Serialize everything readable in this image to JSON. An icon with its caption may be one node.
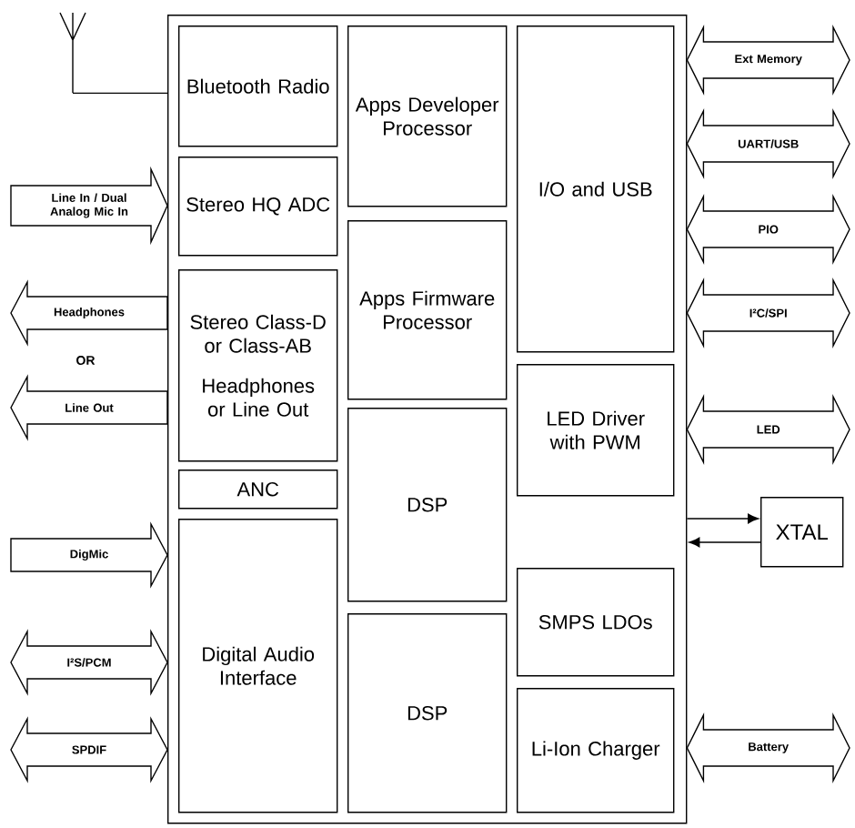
{
  "diagram": {
    "nodes": [
      {
        "text": [],
        "shape": "antenna"
      },
      {
        "text": [],
        "shape": "box"
      },
      {
        "text": [
          "Bluetooth Radio"
        ],
        "in": 1
      },
      {
        "text": [
          "Stereo HQ ADC"
        ],
        "in": 1
      },
      {
        "text": [
          "Stereo Class-D or Class-AB",
          "Headphones or Line Out"
        ],
        "in": 1
      },
      {
        "text": [
          "ANC"
        ],
        "in": 1
      },
      {
        "text": [
          "Digital Audio Interface"
        ],
        "in": 1
      },
      {
        "text": [
          "Apps Developer Processor"
        ],
        "in": 1
      },
      {
        "text": [
          "Apps Firmware Processor"
        ],
        "in": 1
      },
      {
        "text": [
          "DSP"
        ],
        "in": 1
      },
      {
        "text": [
          "DSP"
        ],
        "in": 1
      },
      {
        "text": [
          "I/O and USB"
        ],
        "in": 1
      },
      {
        "text": [
          "LED Driver with PWM"
        ],
        "in": 1
      },
      {
        "text": [
          "SMPS LDOs"
        ],
        "in": 1
      },
      {
        "text": [
          "Li-Ion Charger"
        ],
        "in": 1
      },
      {
        "text": [
          "XTAL"
        ]
      }
    ],
    "edges": [
      {
        "from": 0,
        "to": 1,
        "arrow": "none"
      },
      {
        "from": null,
        "to": 1,
        "arrow": "to",
        "style": "thick",
        "label": "Line In / Dual Analog Mic In"
      },
      {
        "from": 1,
        "to": null,
        "arrow": "to",
        "style": "thick",
        "label": "Headphones"
      },
      {
        "from": 1,
        "to": null,
        "arrow": "to",
        "style": "thick",
        "label": "Line Out"
      },
      {
        "from": null,
        "to": 1,
        "arrow": "to",
        "style": "thick",
        "label": "DigMic"
      },
      {
        "from": 1,
        "to": null,
        "arrow": "both",
        "style": "thick",
        "label": "I²S/PCM"
      },
      {
        "from": 1,
        "to": null,
        "arrow": "both",
        "style": "thick",
        "label": "SPDIF"
      },
      {
        "from": 1,
        "to": null,
        "arrow": "both",
        "style": "thick",
        "label": "Ext Memory"
      },
      {
        "from": 1,
        "to": null,
        "arrow": "both",
        "style": "thick",
        "label": "UART/USB"
      },
      {
        "from": 1,
        "to": null,
        "arrow": "both",
        "style": "thick",
        "label": "PIO"
      },
      {
        "from": 1,
        "to": null,
        "arrow": "both",
        "style": "thick",
        "label": "I²C/SPI"
      },
      {
        "from": 1,
        "to": null,
        "arrow": "both",
        "style": "thick",
        "label": "LED"
      },
      {
        "from": 1,
        "to": 15,
        "arrow": "to"
      },
      {
        "from": 15,
        "to": 1,
        "arrow": "to"
      },
      {
        "from": 1,
        "to": null,
        "arrow": "both",
        "style": "thick",
        "label": "Battery"
      }
    ],
    "labels": [
      "OR"
    ]
  }
}
